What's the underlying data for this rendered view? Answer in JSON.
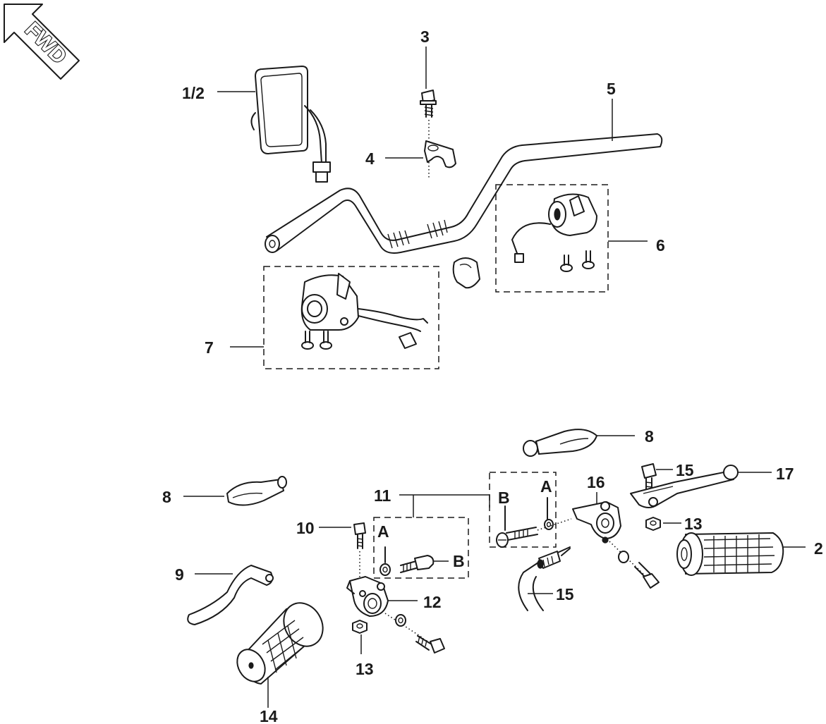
{
  "fwd_label": "FWD",
  "callouts": {
    "mirror": "1/2",
    "grip_right": "2",
    "bolt_top": "3",
    "holder": "4",
    "handlebar": "5",
    "switch_right": "6",
    "switch_left": "7",
    "lever_cover_top": "8",
    "lever_cover_left": "8",
    "clutch_lever": "9",
    "pivot_bolt": "10",
    "clutch_bracket_set": "11",
    "clutch_bracket": "12",
    "nut_bottom": "13",
    "nut_right": "13",
    "grip_left": "14",
    "bolt_right": "15",
    "cable_switch": "15",
    "brake_bracket": "16",
    "brake_lever": "17",
    "letter_a_left": "A",
    "letter_b_left": "B",
    "letter_a_right": "A",
    "letter_b_right": "B"
  }
}
